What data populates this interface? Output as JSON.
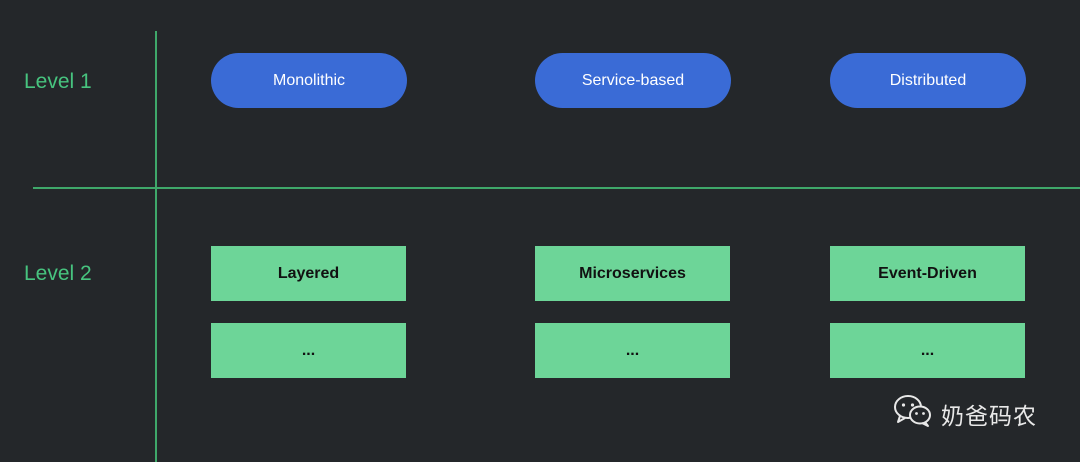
{
  "levels": {
    "level1_label": "Level 1",
    "level2_label": "Level 2"
  },
  "level1_nodes": [
    "Monolithic",
    "Service-based",
    "Distributed"
  ],
  "level2_nodes": {
    "row1": [
      "Layered",
      "Microservices",
      "Event-Driven"
    ],
    "row2": [
      "...",
      "...",
      "..."
    ]
  },
  "watermark": {
    "icon": "wechat-icon",
    "text": "奶爸码农"
  },
  "colors": {
    "background": "#24272a",
    "accent_green": "#47c47f",
    "level1_node": "#3a6bd6",
    "level2_node": "#6dd598"
  }
}
